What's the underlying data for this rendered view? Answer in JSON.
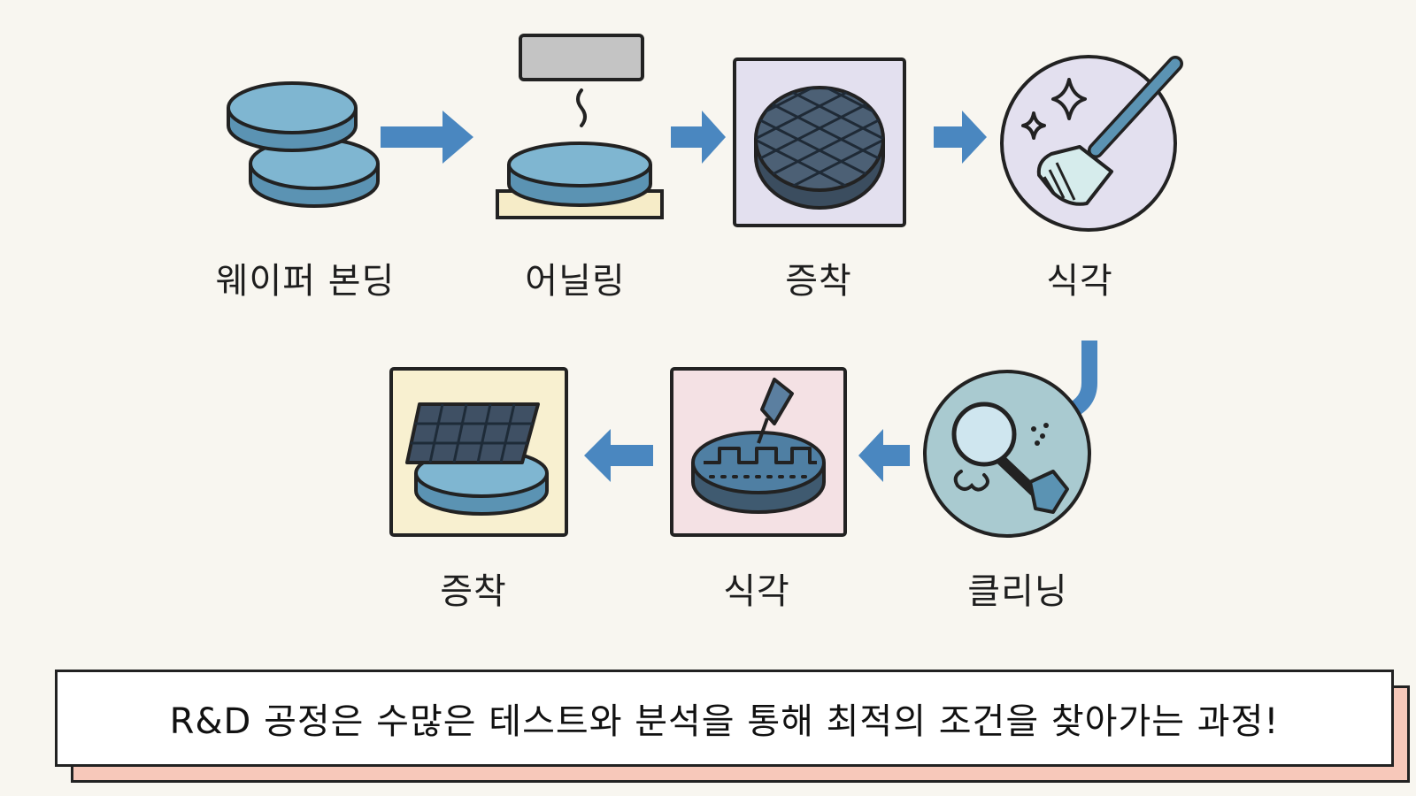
{
  "colors": {
    "background": "#f8f6f0",
    "wafer": "#7fb6d1",
    "wafer_dark": "#5b93b3",
    "arrow": "#4a87c0",
    "caption_shadow": "#f7c8ba"
  },
  "steps": [
    {
      "label": "웨이퍼 본딩",
      "icon": "stacked-wafers-icon"
    },
    {
      "label": "어닐링",
      "icon": "annealing-wafer-icon"
    },
    {
      "label": "증착",
      "icon": "deposition-grid-wafer-icon"
    },
    {
      "label": "식각",
      "icon": "brush-sparkle-icon"
    },
    {
      "label": "클리닝",
      "icon": "magnifier-cleaning-icon"
    },
    {
      "label": "식각",
      "icon": "etching-probe-wafer-icon"
    },
    {
      "label": "증착",
      "icon": "deposition-panel-wafer-icon"
    }
  ],
  "caption": "R&D 공정은 수많은 테스트와 분석을 통해 최적의 조건을 찾아가는 과정!"
}
